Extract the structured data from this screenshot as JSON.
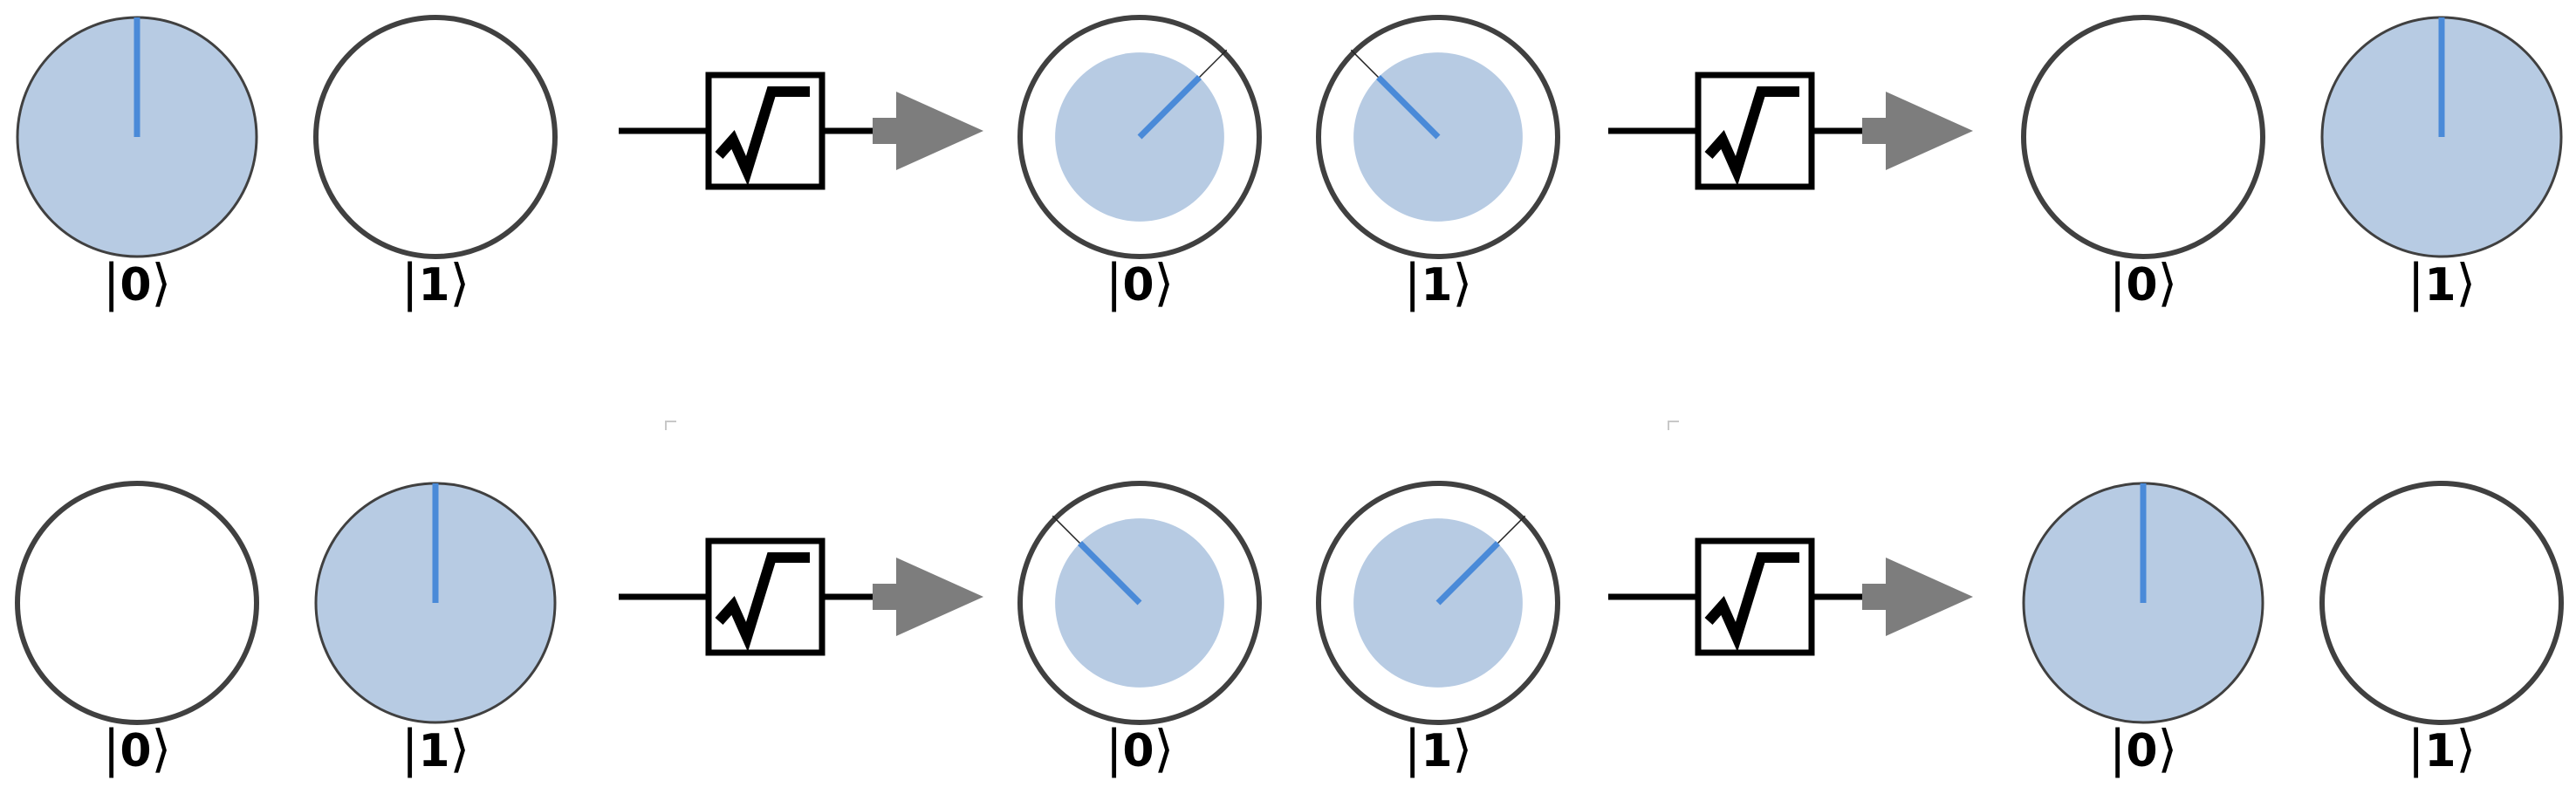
{
  "colors": {
    "amplitude_fill": "#b7cbe3",
    "phase_needle": "#4a8ad8",
    "outline": "#404040",
    "gate_stroke": "#000000",
    "arrow": "#7d7d7d",
    "wire": "#000000",
    "faint_mark": "#c8c8c8"
  },
  "gate": {
    "symbol": "√",
    "icon": "square-root-gate-icon"
  },
  "rows": [
    {
      "name": "row-top",
      "stages": [
        {
          "name": "input",
          "kets": [
            {
              "label": "|0⟩",
              "ket_value": "0",
              "amplitude": 1.0,
              "phase_deg": 0
            },
            {
              "label": "|1⟩",
              "ket_value": "1",
              "amplitude": 0.0,
              "phase_deg": 0
            }
          ]
        },
        {
          "name": "after-first-sqrt",
          "kets": [
            {
              "label": "|0⟩",
              "ket_value": "0",
              "amplitude": 0.7071,
              "phase_deg": 45
            },
            {
              "label": "|1⟩",
              "ket_value": "1",
              "amplitude": 0.7071,
              "phase_deg": -45
            }
          ]
        },
        {
          "name": "after-second-sqrt",
          "kets": [
            {
              "label": "|0⟩",
              "ket_value": "0",
              "amplitude": 0.0,
              "phase_deg": 0
            },
            {
              "label": "|1⟩",
              "ket_value": "1",
              "amplitude": 1.0,
              "phase_deg": 0
            }
          ]
        }
      ]
    },
    {
      "name": "row-bottom",
      "stages": [
        {
          "name": "input",
          "kets": [
            {
              "label": "|0⟩",
              "ket_value": "0",
              "amplitude": 0.0,
              "phase_deg": 0
            },
            {
              "label": "|1⟩",
              "ket_value": "1",
              "amplitude": 1.0,
              "phase_deg": 0
            }
          ]
        },
        {
          "name": "after-first-sqrt",
          "kets": [
            {
              "label": "|0⟩",
              "ket_value": "0",
              "amplitude": 0.7071,
              "phase_deg": -45
            },
            {
              "label": "|1⟩",
              "ket_value": "1",
              "amplitude": 0.7071,
              "phase_deg": 45
            }
          ]
        },
        {
          "name": "after-second-sqrt",
          "kets": [
            {
              "label": "|0⟩",
              "ket_value": "0",
              "amplitude": 1.0,
              "phase_deg": 0
            },
            {
              "label": "|1⟩",
              "ket_value": "1",
              "amplitude": 0.0,
              "phase_deg": 0
            }
          ]
        }
      ]
    }
  ]
}
